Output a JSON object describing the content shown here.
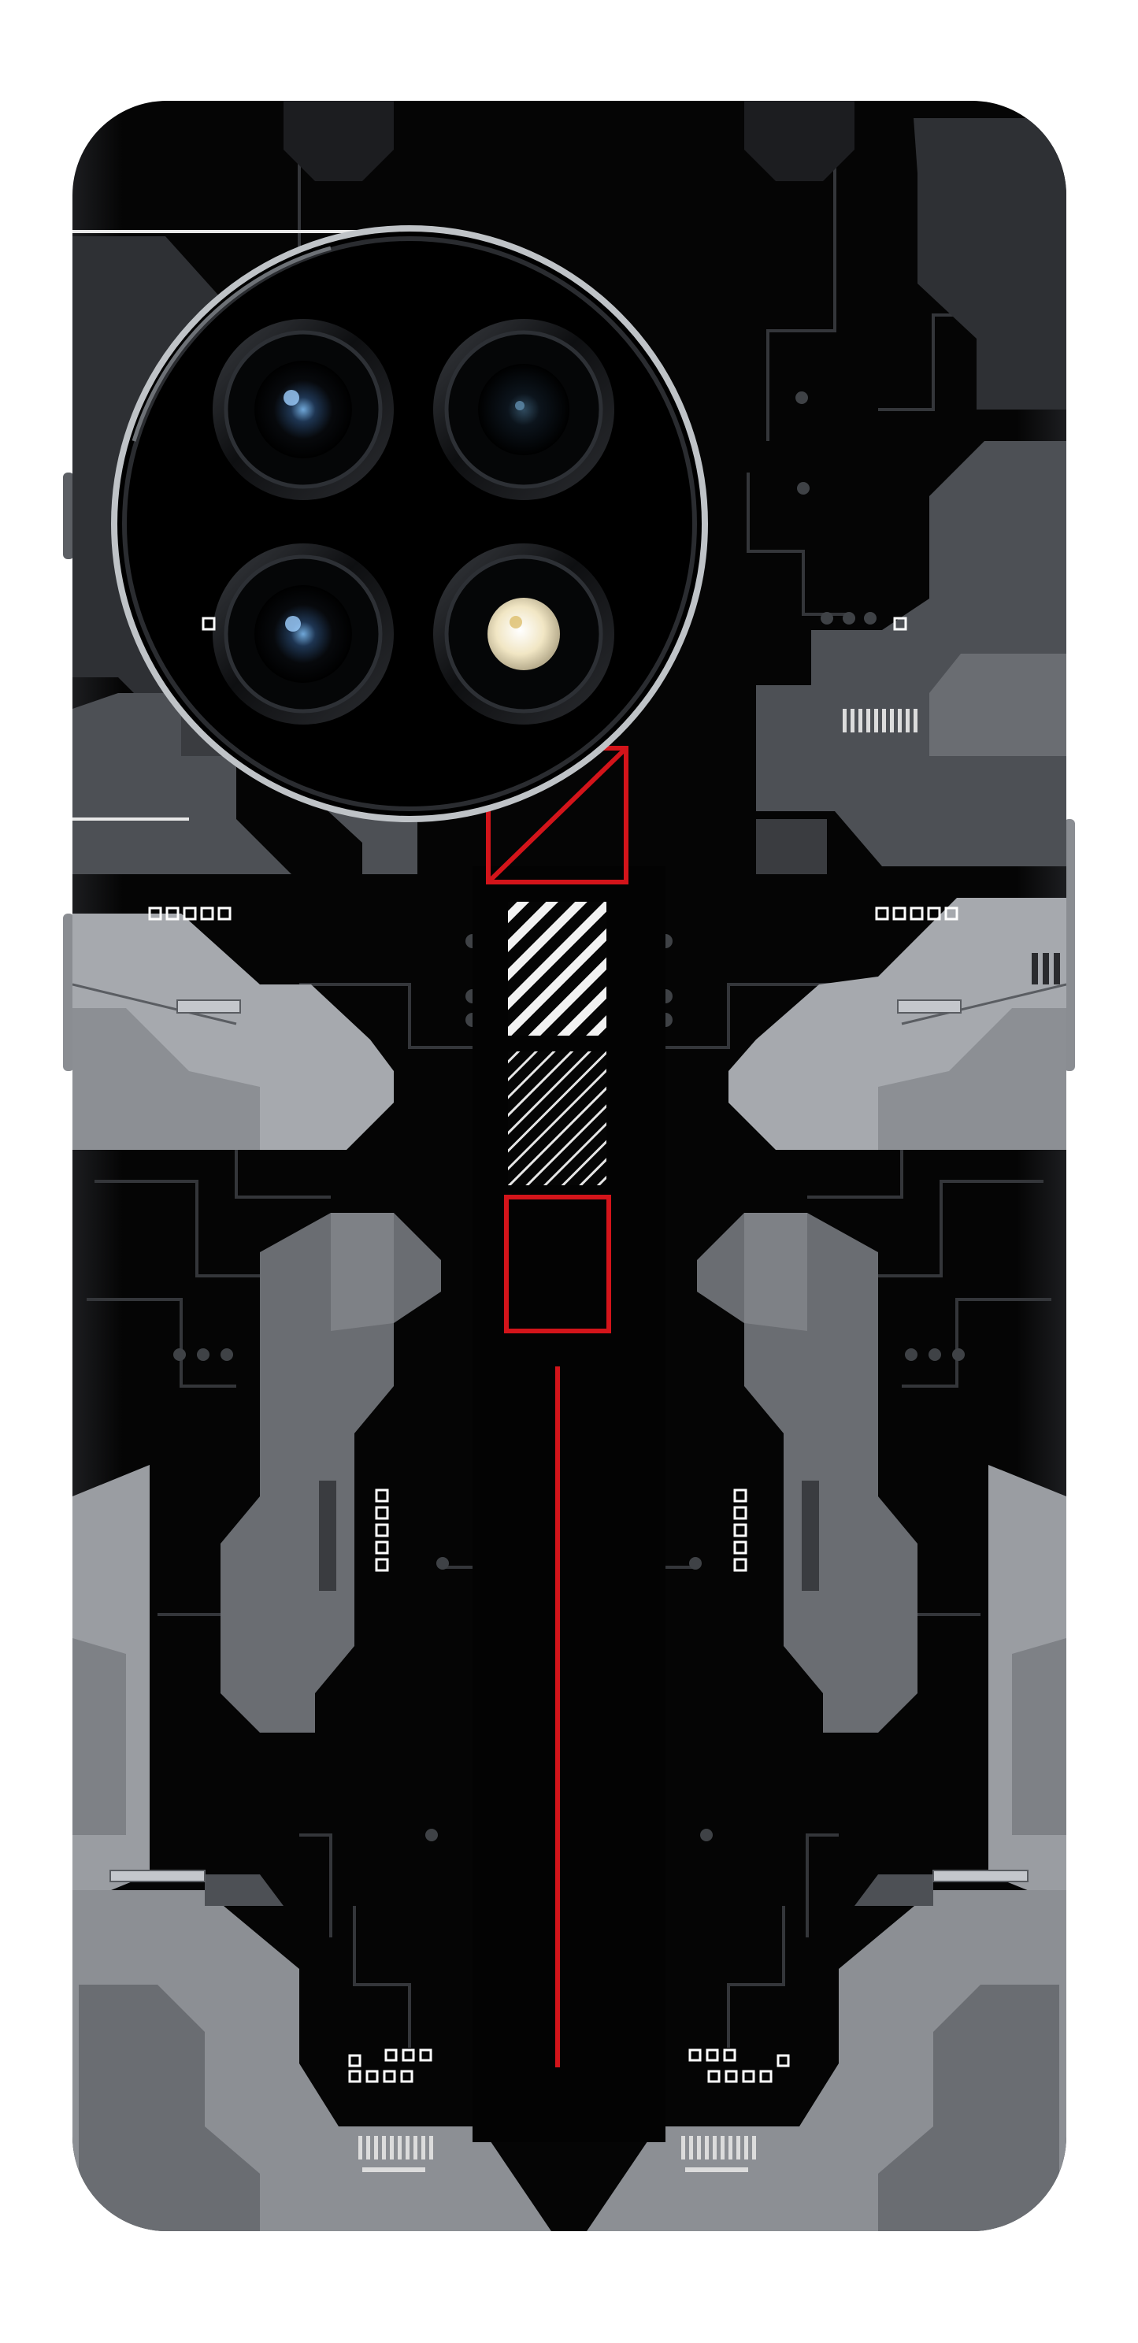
{
  "product": {
    "kind": "phone-back-skin",
    "theme": "mecha-circuit",
    "colors": {
      "background": "#ffffff",
      "body": "#050505",
      "panel_light": "#8c8f94",
      "panel_dark": "#4d5055",
      "trace": "#3a3c40",
      "accent_red": "#d3141a",
      "hatch_white": "#f2f2f2",
      "lens_ring": "#bfc3c7",
      "flash": "#f3e8c8"
    },
    "camera": {
      "lenses": [
        "main-lens",
        "telephoto-lens",
        "ultrawide-lens",
        "flash"
      ]
    }
  }
}
